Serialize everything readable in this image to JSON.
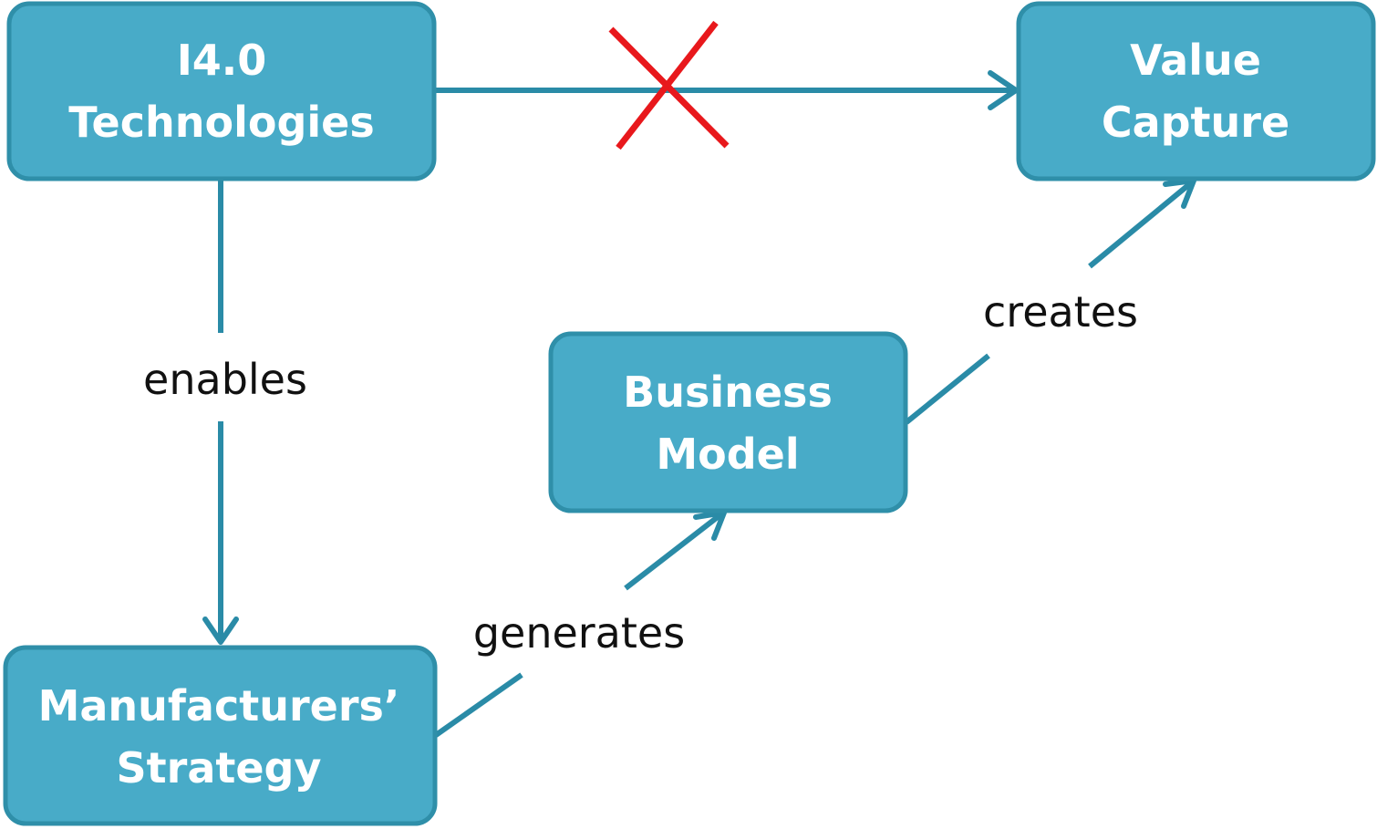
{
  "nodes": {
    "i40": {
      "line1": "I4.0",
      "line2": "Technologies"
    },
    "value": {
      "line1": "Value",
      "line2": "Capture"
    },
    "business": {
      "line1": "Business",
      "line2": "Model"
    },
    "strategy": {
      "line1": "Manufacturers’",
      "line2": "Strategy"
    }
  },
  "edges": {
    "enables": "enables",
    "generates": "generates",
    "creates": "creates"
  },
  "colors": {
    "box_fill": "#48abc8",
    "box_border": "#2f8fa9",
    "connector": "#2a8ba7",
    "blocked_mark": "#e8181c",
    "label_text": "#111111"
  },
  "icons": {
    "blocked": "cross-mark-icon"
  }
}
